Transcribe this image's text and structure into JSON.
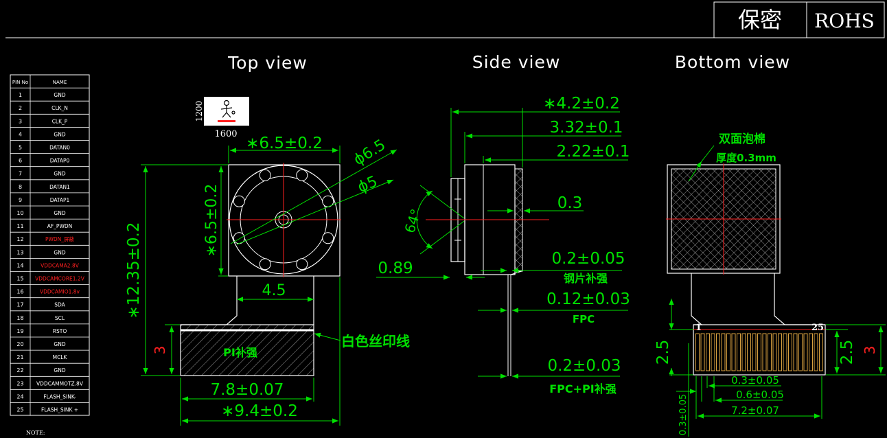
{
  "title_block": {
    "left": "保密",
    "right": "ROHS"
  },
  "views": {
    "top": "Top view",
    "side": "Side view",
    "bottom": "Bottom view"
  },
  "pin_table": {
    "header": [
      "PIN No",
      "NAME"
    ],
    "rows": [
      {
        "no": "1",
        "name": "GND"
      },
      {
        "no": "2",
        "name": "CLK_N"
      },
      {
        "no": "3",
        "name": "CLK_P"
      },
      {
        "no": "4",
        "name": "GND"
      },
      {
        "no": "5",
        "name": "DATAN0"
      },
      {
        "no": "6",
        "name": "DATAP0"
      },
      {
        "no": "7",
        "name": "GND"
      },
      {
        "no": "8",
        "name": "DATAN1"
      },
      {
        "no": "9",
        "name": "DATAP1"
      },
      {
        "no": "10",
        "name": "GND"
      },
      {
        "no": "11",
        "name": "AF_PWDN"
      },
      {
        "no": "12",
        "name": "PWDN_屏蔽"
      },
      {
        "no": "13",
        "name": "GND"
      },
      {
        "no": "14",
        "name": "VDDCAMA2.8V"
      },
      {
        "no": "15",
        "name": "VDDCAMCORE1.2V"
      },
      {
        "no": "16",
        "name": "VDDCAMIO1.8v"
      },
      {
        "no": "17",
        "name": "SDA"
      },
      {
        "no": "18",
        "name": "SCL"
      },
      {
        "no": "19",
        "name": "RSTO"
      },
      {
        "no": "20",
        "name": "GND"
      },
      {
        "no": "21",
        "name": "MCLK"
      },
      {
        "no": "22",
        "name": "GND"
      },
      {
        "no": "23",
        "name": "VDDCAMMOTZ.8V"
      },
      {
        "no": "24",
        "name": "FLASH_SINK-"
      },
      {
        "no": "25",
        "name": "FLASH_SINK +"
      }
    ],
    "note": "NOTE:"
  },
  "orientation_box": {
    "side": "1200",
    "bottom": "1600"
  },
  "top_view": {
    "width": "∗6.5±0.2",
    "height": "∗6.5±0.2",
    "outer_dia": "ϕ6.5",
    "inner_dia": "ϕ5",
    "total_length": "∗12.35±0.2",
    "fpc_width": "4.5",
    "stiffener_height": "3",
    "stiffener_label": "PI补强",
    "silk_label": "白色丝印线",
    "conn_width": "7.8±0.07",
    "total_width": "∗9.4±0.2"
  },
  "side_view": {
    "d1": "∗4.2±0.2",
    "d2": "3.32±0.1",
    "d3": "2.22±0.1",
    "d4": "0.3",
    "angle": "64°",
    "d5": "0.89",
    "d6": "0.2±0.05",
    "label_steel": "钢片补强",
    "d7": "0.12±0.03",
    "label_fpc": "FPC",
    "d8": "0.2±0.03",
    "label_fpc_pi": "FPC+PI补强"
  },
  "bottom_view": {
    "foam_line1": "双面泡棉",
    "foam_line2": "厚度0.3mm",
    "pin_first": "1",
    "pin_last": "25",
    "h_left": "2.5",
    "h_right": "2.5",
    "h_outer": "3",
    "pitch": "0.3±0.05",
    "pad": "0.6±0.05",
    "conn_width": "7.2±0.07",
    "gap": "0.3±0.05"
  },
  "colors": {
    "dim": "#00e000",
    "outline": "#ffffff",
    "center": "#ff2020",
    "label": "#00e000",
    "pin_red": "#ff2020",
    "pad": "#d8a040"
  }
}
